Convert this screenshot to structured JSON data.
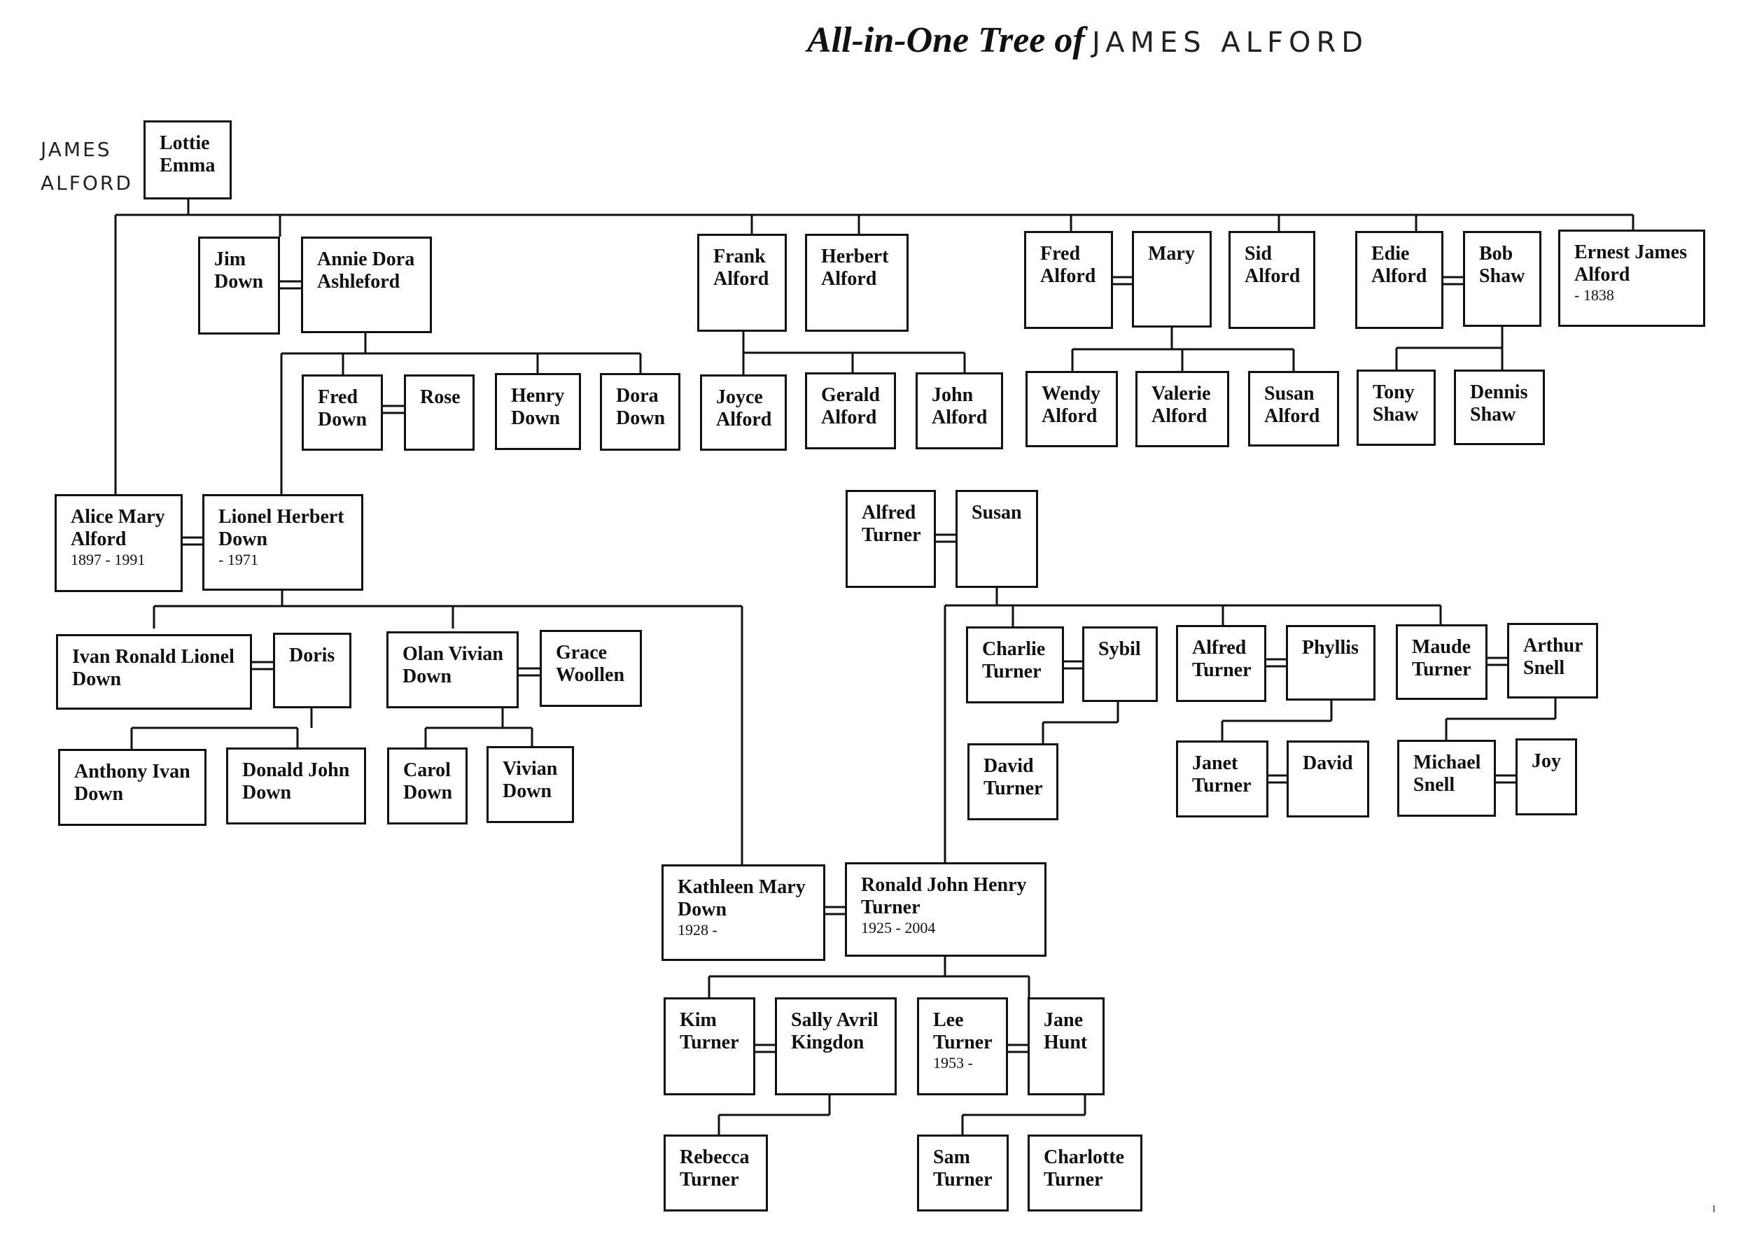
{
  "title": {
    "printed": "All-in-One Tree of",
    "handwritten": "JAMES ALFORD"
  },
  "side_note": {
    "line1": "JAMES",
    "line2": "ALFORD"
  },
  "people": {
    "lottie": {
      "name": "Lottie Emma"
    },
    "jim_down": {
      "name": "Jim Down"
    },
    "annie_dora": {
      "name": "Annie Dora Ashleford"
    },
    "frank_alford": {
      "name": "Frank Alford"
    },
    "herbert_alford": {
      "name": "Herbert Alford"
    },
    "fred_alford": {
      "name": "Fred Alford"
    },
    "mary": {
      "name": "Mary"
    },
    "sid_alford": {
      "name": "Sid Alford"
    },
    "edie_alford": {
      "name": "Edie Alford"
    },
    "bob_shaw": {
      "name": "Bob Shaw"
    },
    "ernest_james": {
      "name": "Ernest James Alford",
      "dates": "- 1838"
    },
    "fred_down": {
      "name": "Fred Down"
    },
    "rose": {
      "name": "Rose"
    },
    "henry_down": {
      "name": "Henry Down"
    },
    "dora_down": {
      "name": "Dora Down"
    },
    "joyce_alford": {
      "name": "Joyce Alford"
    },
    "gerald_alford": {
      "name": "Gerald Alford"
    },
    "john_alford": {
      "name": "John Alford"
    },
    "wendy_alford": {
      "name": "Wendy Alford"
    },
    "valerie_alford": {
      "name": "Valerie Alford"
    },
    "susan_alford": {
      "name": "Susan Alford"
    },
    "tony_shaw": {
      "name": "Tony Shaw"
    },
    "dennis_shaw": {
      "name": "Dennis Shaw"
    },
    "alice_mary": {
      "name": "Alice Mary Alford",
      "dates": "1897 - 1991"
    },
    "lionel_herbert": {
      "name": "Lionel Herbert Down",
      "dates": "- 1971"
    },
    "alfred_turner_sr": {
      "name": "Alfred Turner"
    },
    "susan": {
      "name": "Susan"
    },
    "ivan_ronald": {
      "name": "Ivan Ronald Lionel Down"
    },
    "doris": {
      "name": "Doris"
    },
    "olan_vivian": {
      "name": "Olan Vivian Down"
    },
    "grace_woollen": {
      "name": "Grace Woollen"
    },
    "charlie_turner": {
      "name": "Charlie Turner"
    },
    "sybil": {
      "name": "Sybil"
    },
    "alfred_turner_jr": {
      "name": "Alfred Turner"
    },
    "phyllis": {
      "name": "Phyllis"
    },
    "maude_turner": {
      "name": "Maude Turner"
    },
    "arthur_snell": {
      "name": "Arthur Snell"
    },
    "anthony_ivan": {
      "name": "Anthony Ivan Down"
    },
    "donald_john": {
      "name": "Donald John Down"
    },
    "carol_down": {
      "name": "Carol Down"
    },
    "vivian_down": {
      "name": "Vivian Down"
    },
    "david_turner": {
      "name": "David Turner"
    },
    "janet_turner": {
      "name": "Janet Turner"
    },
    "david": {
      "name": "David"
    },
    "michael_snell": {
      "name": "Michael Snell"
    },
    "joy": {
      "name": "Joy"
    },
    "kathleen_mary": {
      "name": "Kathleen Mary Down",
      "dates": "1928 -"
    },
    "ronald_john": {
      "name": "Ronald John Henry Turner",
      "dates": "1925 - 2004"
    },
    "kim_turner": {
      "name": "Kim Turner"
    },
    "sally_avril": {
      "name": "Sally Avril Kingdon"
    },
    "lee_turner": {
      "name": "Lee Turner",
      "dates": "1953 -"
    },
    "jane_hunt": {
      "name": "Jane Hunt"
    },
    "rebecca_turner": {
      "name": "Rebecca Turner"
    },
    "sam_turner": {
      "name": "Sam Turner"
    },
    "charlotte_turner": {
      "name": "Charlotte Turner"
    }
  },
  "page_mark": "ı"
}
